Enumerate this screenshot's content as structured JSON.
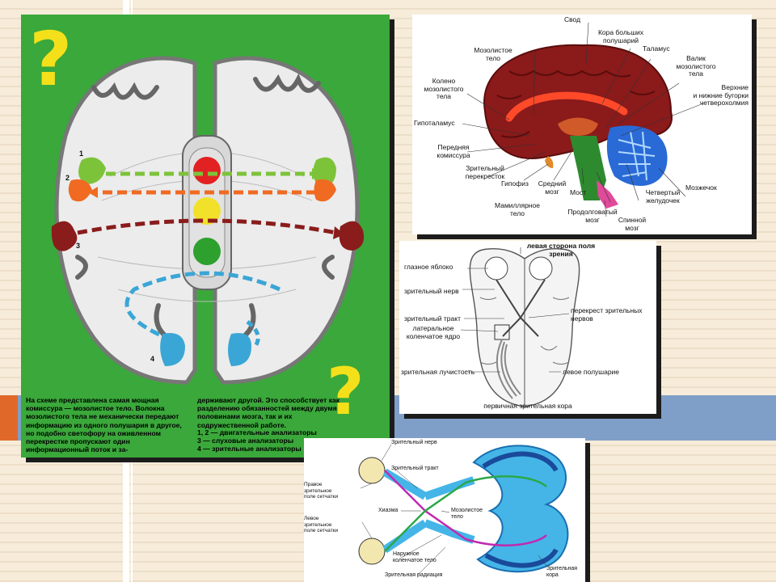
{
  "slide": {
    "colors": {
      "background": "#f6ecd9",
      "band_blue": "#7f9fc8",
      "band_orange": "#e0692a",
      "panel_green": "#3aa83a"
    }
  },
  "commissure_panel": {
    "caption_left": "На схеме представлена самая мощная комиссура — мозолистое тело. Волокна мозолистого тела не механически передают информацию из одного полушария в другое, но подобно светофору на оживленном перекрестке пропускают один информационный поток и за-",
    "caption_right": "держивают другой. Это способствует как разделению обязанностей между двумя половинами мозга, так и их содружественной работе.",
    "legend": [
      "1, 2 — двигательные анализаторы",
      "3 — слуховые анализаторы",
      "4 — зрительные анализаторы"
    ],
    "markers": [
      "1",
      "2",
      "3",
      "4"
    ],
    "question_mark": "?",
    "traffic_light": [
      "#e22222",
      "#f2e12a",
      "#2ea02e"
    ]
  },
  "sagittal_panel": {
    "labels": {
      "svod": "Свод",
      "cortex": "Кора больших\nполушарий",
      "corpus_callosum": "Мозолистое\nтело",
      "thalamus": "Таламус",
      "splenium": "Валик\nмозолистого\nтела",
      "genu": "Колено\nмозолистого\nтела",
      "colliculi": "Верхние\nи нижние бугорки\nчетверохолмия",
      "hypothalamus": "Гипоталамус",
      "anterior_commissure": "Передняя\nкомиссура",
      "chiasm": "Зрительный\nперекресток",
      "hypophysis": "Гипофиз",
      "midbrain": "Средний\nмозг",
      "pons": "Мост",
      "fourth_ventricle": "Четвертый\nжелудочек",
      "cerebellum": "Мозжечок",
      "mammillary": "Мамиллярное\nтело",
      "medulla": "Продолговатый\nмозг",
      "spinal_cord": "Спинной\nмозг"
    }
  },
  "visual_panel": {
    "labels": {
      "left_field": "левая сторона поля\nзрения",
      "eyeball": "глазное яблоко",
      "optic_nerve": "зрительный нерв",
      "optic_tract": "зрительный тракт",
      "lgn": "латеральное\nколенчатое ядро",
      "chiasm": "перекрест зрительных\nнервов",
      "radiation": "зрительная лучистость",
      "left_hemisphere": "левое полушарие",
      "primary_cortex": "первичная зрительная кора"
    }
  },
  "pathway_panel": {
    "labels": {
      "optic_nerve": "Зрительный нерв",
      "optic_tract": "Зрительный тракт",
      "right_retina": "Правое\nзрительное\nполе сетчатки",
      "chiasm": "Хиазма",
      "corpus_callosum": "Мозолистое\nтело",
      "left_retina": "Левое\nзрительное\nполе сетчатки",
      "lgn": "Наружное\nколенчатое тело",
      "radiation": "Зрительная радиация",
      "cortex": "Зрительная\nкора"
    }
  }
}
